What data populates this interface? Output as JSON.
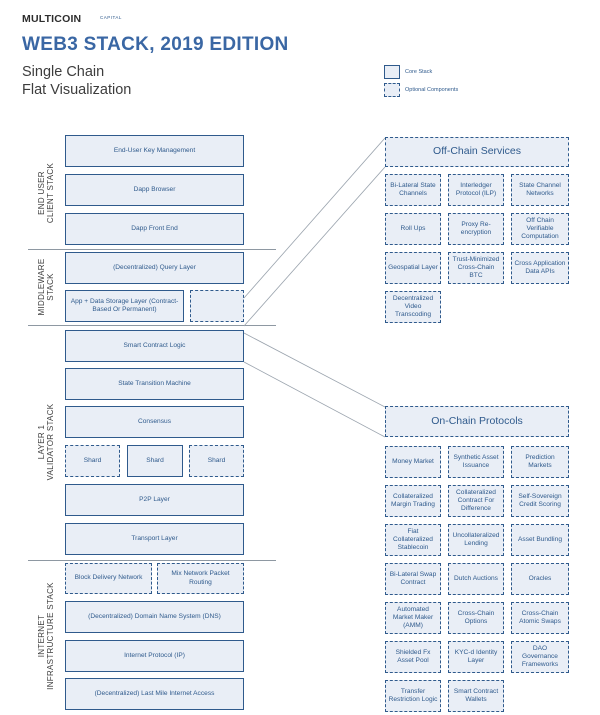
{
  "header": {
    "brand": "MULTICOIN",
    "brand_sub": "CAPITAL",
    "title": "WEB3 STACK, 2019 EDITION",
    "subtitle_line1": "Single Chain",
    "subtitle_line2": "Flat Visualization"
  },
  "legend": {
    "core": "Core Stack",
    "optional": "Optional Components"
  },
  "sections": {
    "client_line1": "END USER",
    "client_line2": "CLIENT STACK",
    "middleware_line1": "MIDDLEWARE",
    "middleware_line2": "STACK",
    "layer1_line1": "LAYER 1",
    "layer1_line2": "VALIDATOR STACK",
    "internet_line1": "INTERNET",
    "internet_line2": "INFRASTRUCTURE STACK"
  },
  "stack": {
    "key_mgmt": "End-User Key Management",
    "dapp_browser": "Dapp Browser",
    "dapp_frontend": "Dapp Front End",
    "query_layer": "(Decentralized) Query Layer",
    "storage_layer": "App + Data Storage Layer (Contract-Based Or Permanent)",
    "smart_contract": "Smart Contract Logic",
    "state_machine": "State Transition Machine",
    "consensus": "Consensus",
    "shard_left": "Shard",
    "shard_mid": "Shard",
    "shard_right": "Shard",
    "p2p": "P2P Layer",
    "transport": "Transport Layer",
    "block_delivery": "Block Delivery Network",
    "mixnet": "Mix Network Packet Routing",
    "dns": "(Decentralized) Domain Name System (DNS)",
    "ip": "Internet Protocol (IP)",
    "last_mile": "(Decentralized) Last Mile Internet Access"
  },
  "offchain": {
    "header": "Off-Chain Services",
    "items": [
      "Bi-Lateral State Channels",
      "Interledger Protocol (ILP)",
      "State Channel Networks",
      "Roll Ups",
      "Proxy Re-encryption",
      "Off Chain Verifiable Computation",
      "Geospatial Layer",
      "Trust-Minimized Cross-Chain BTC",
      "Cross Application Data APIs",
      "Decentralized Video Transcoding"
    ]
  },
  "onchain": {
    "header": "On-Chain Protocols",
    "items": [
      "Money Market",
      "Synthetic Asset Issuance",
      "Prediction Markets",
      "Collateralized Margin Trading",
      "Collateralized Contract For Difference",
      "Self-Sovereign Credit Scoring",
      "Fiat Collateralized Stablecoin",
      "Uncollateralized Lending",
      "Asset Bundling",
      "Bi-Lateral Swap Contract",
      "Dutch Auctions",
      "Oracles",
      "Automated Market Maker (AMM)",
      "Cross-Chain Options",
      "Cross-Chain Atomic Swaps",
      "Shielded Fx Asset Pool",
      "KYC-d Identity Layer",
      "DAO Governance Frameworks",
      "Transfer Restriction Logic",
      "Smart Contract Wallets"
    ]
  }
}
